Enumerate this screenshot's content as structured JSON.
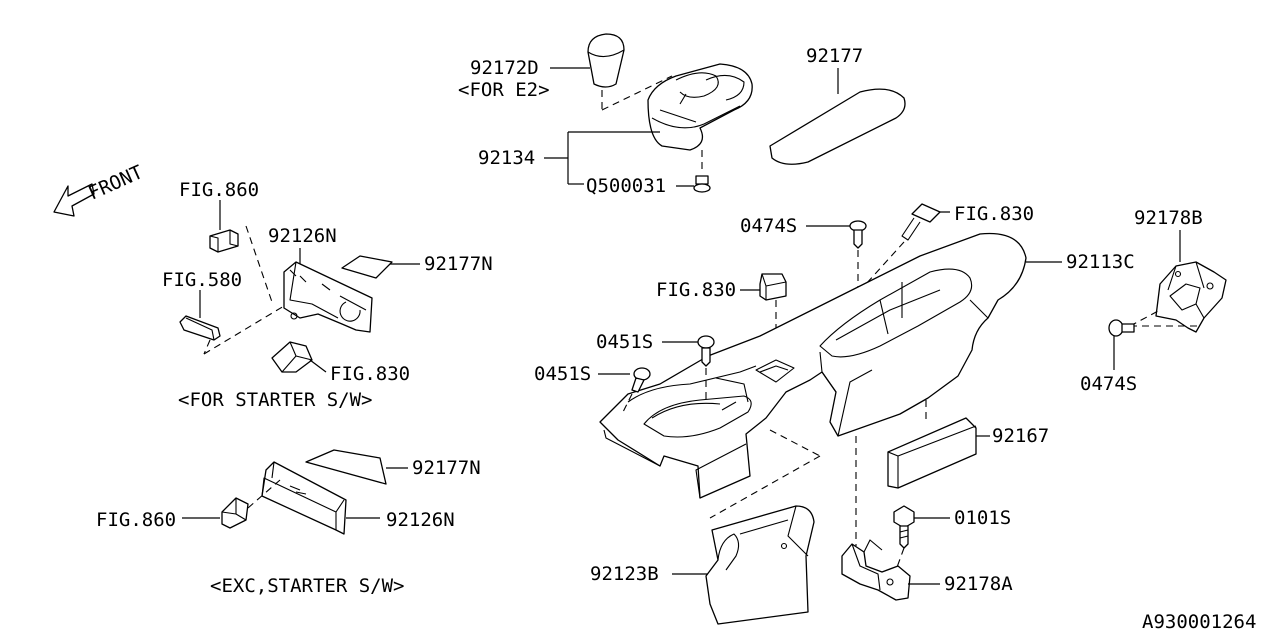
{
  "diagram": {
    "front_label": "FRONT",
    "labels": {
      "fig860_top": "FIG.860",
      "p92126n_top": "92126N",
      "p92177n_top": "92177N",
      "fig580": "FIG.580",
      "fig830_left": "FIG.830",
      "for_starter": "<FOR STARTER S/W>",
      "p92177n_bot": "92177N",
      "fig860_bot": "FIG.860",
      "p92126n_bot": "92126N",
      "exc_starter": "<EXC,STARTER S/W>",
      "p92172d": "92172D",
      "for_e2": "<FOR E2>",
      "p92134": "92134",
      "q500031": "Q500031",
      "p92177": "92177",
      "p0474s_top": "0474S",
      "fig830_top": "FIG.830",
      "p92113c": "92113C",
      "fig830_mid": "FIG.830",
      "p0451s_a": "0451S",
      "p0451s_b": "0451S",
      "p92167": "92167",
      "p0101s": "0101S",
      "p92123b": "92123B",
      "p92178a": "92178A",
      "p92178b": "92178B",
      "p0474s_right": "0474S",
      "ref_code": "A930001264"
    }
  }
}
